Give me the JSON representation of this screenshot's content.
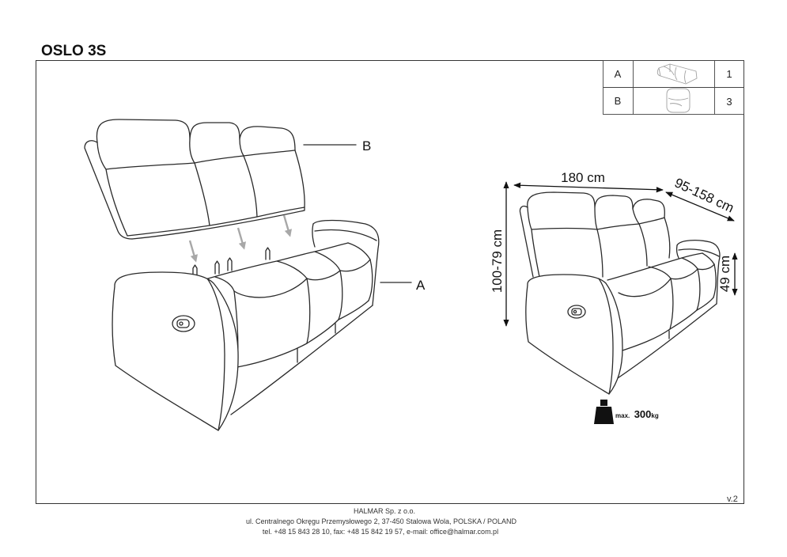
{
  "title": "OSLO 3S",
  "parts": [
    {
      "letter": "A",
      "icon": "sofa-base-icon",
      "qty": "1"
    },
    {
      "letter": "B",
      "icon": "backrest-cushion-icon",
      "qty": "3"
    }
  ],
  "callouts": {
    "a": "A",
    "b": "B"
  },
  "dimensions": {
    "width": "180 cm",
    "depth": "95-158 cm",
    "height": "100-79 cm",
    "seat_height": "49 cm"
  },
  "max_load": {
    "prefix": "max.",
    "value": "300",
    "unit": "kg",
    "icon": "weight-icon"
  },
  "version": "v.2",
  "footer": {
    "company": "HALMAR Sp. z o.o.",
    "address": "ul. Centralnego Okręgu Przemysłowego 2, 37-450 Stalowa Wola, POLSKA / POLAND",
    "contact": "tel. +48 15 843 28 10, fax: +48 15 842 19 57, e-mail: office@halmar.com.pl"
  }
}
